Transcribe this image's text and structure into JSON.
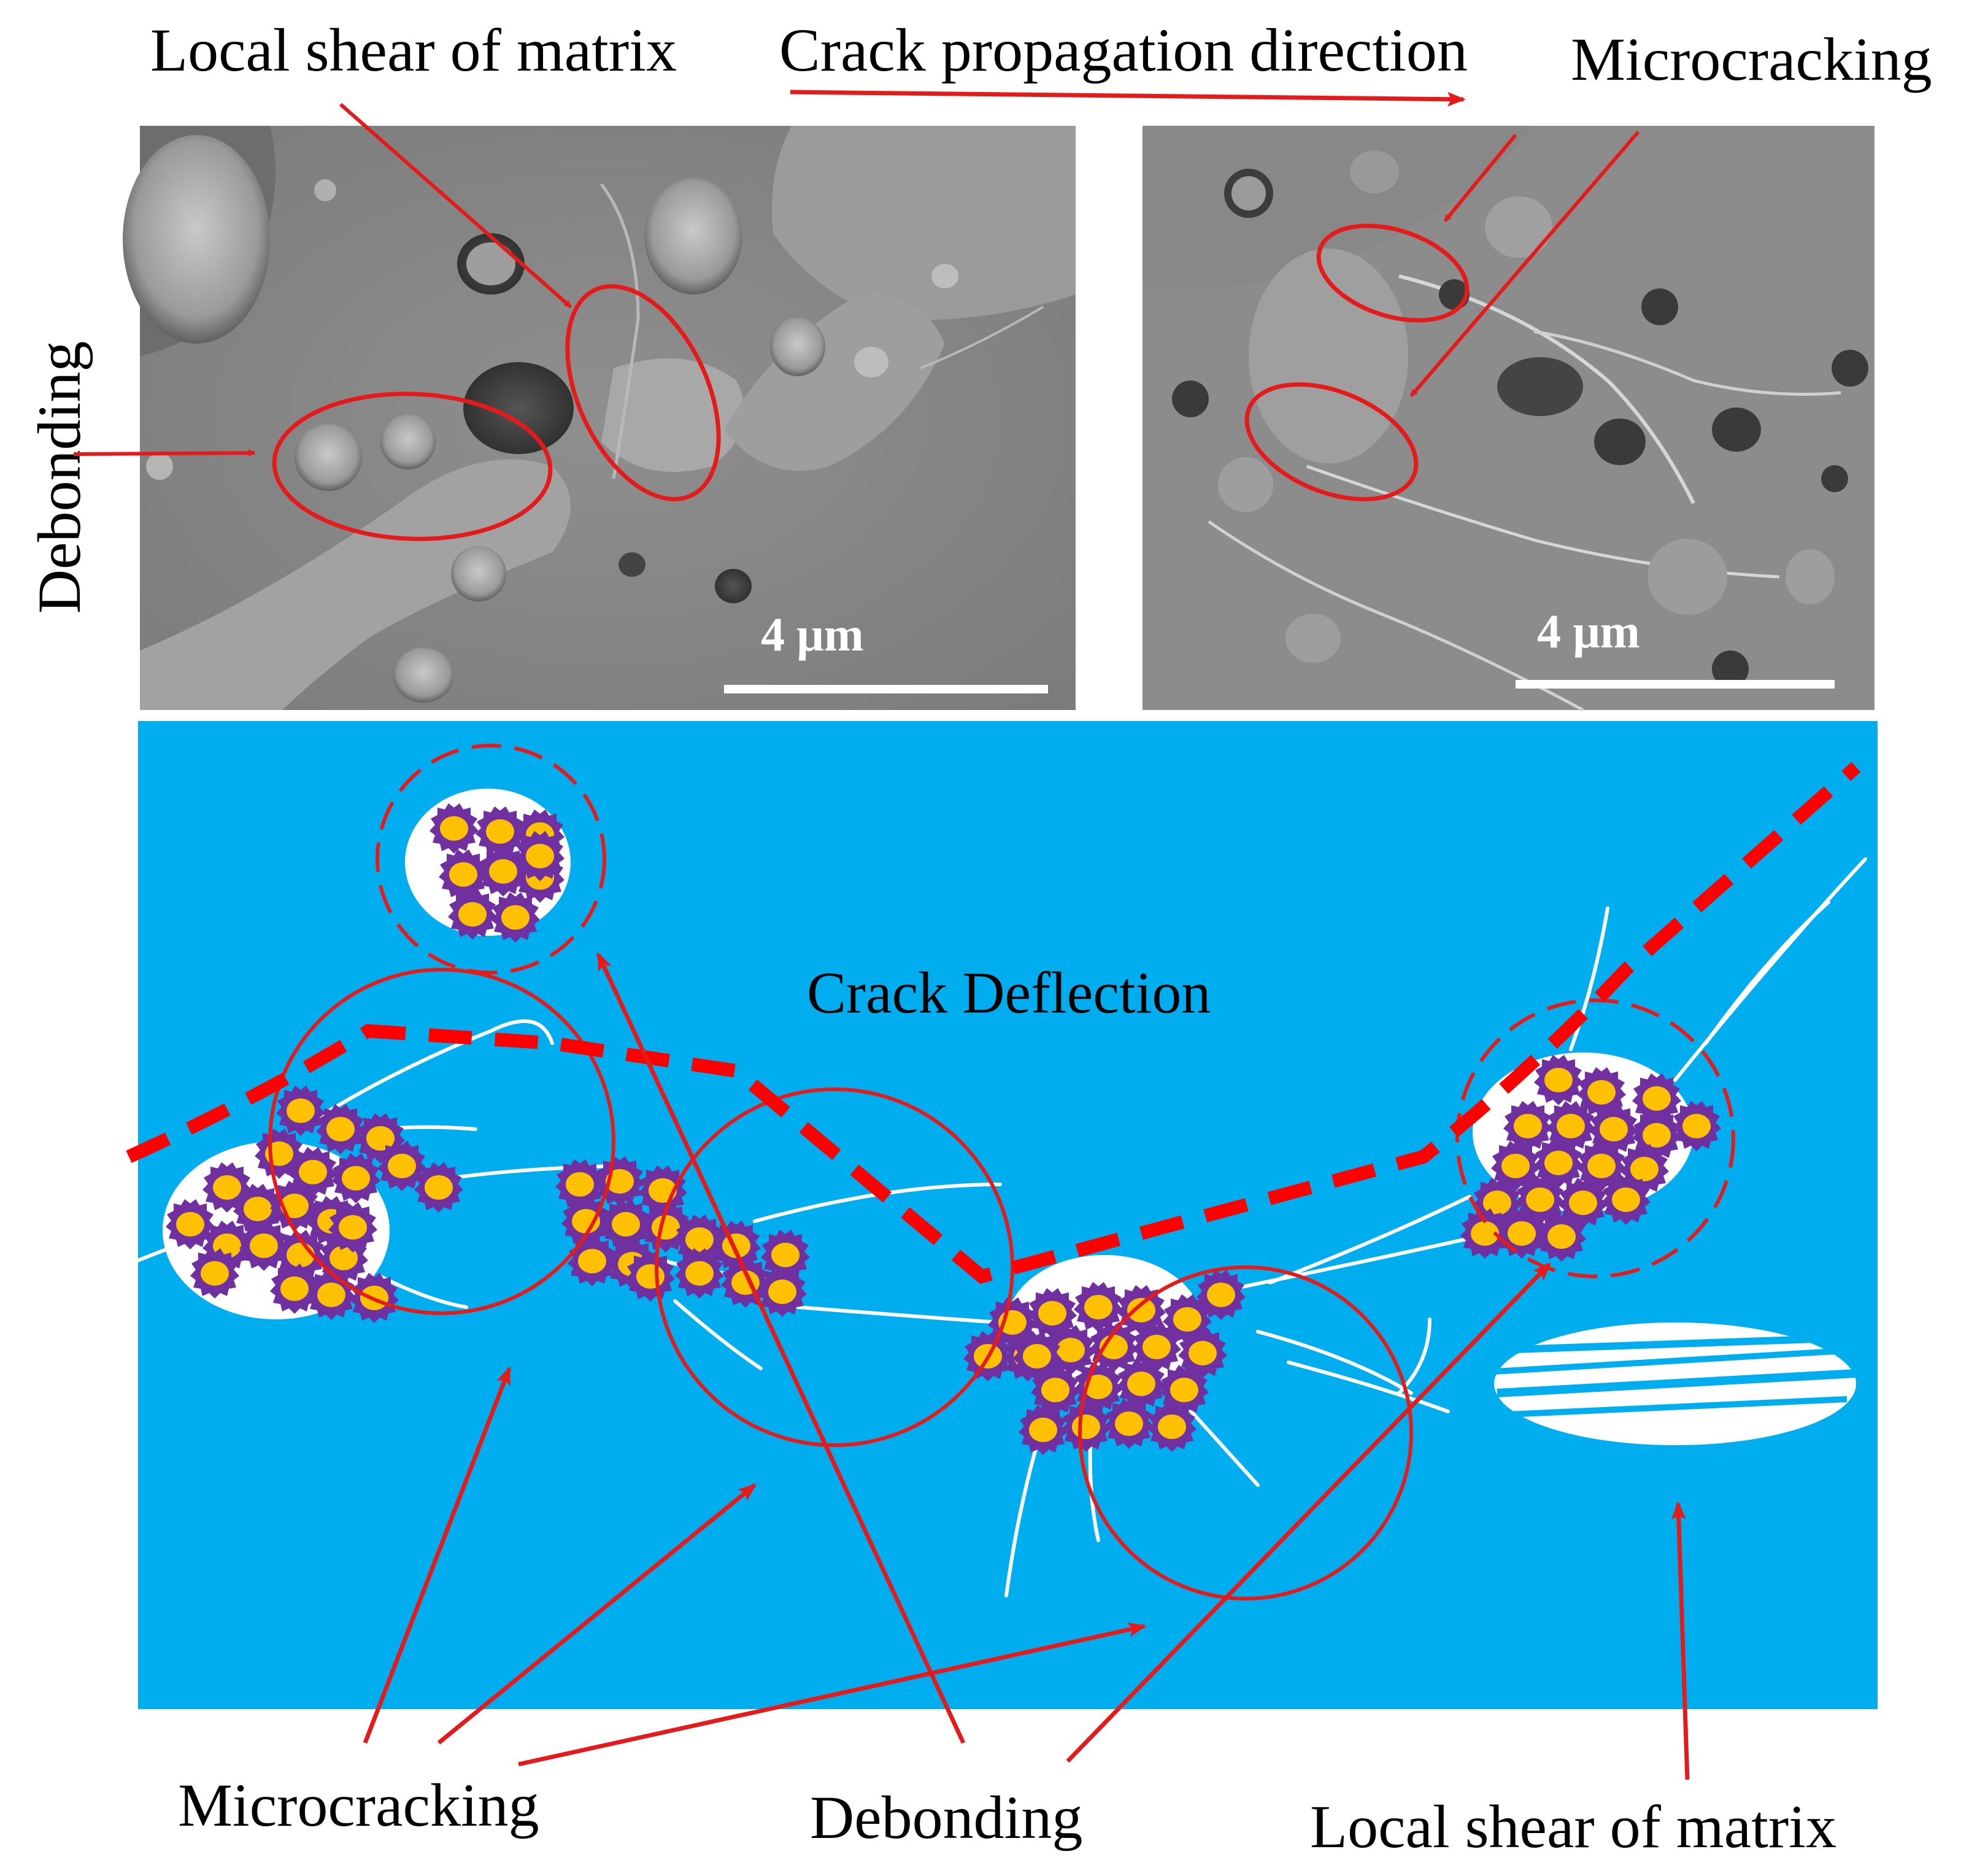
{
  "labels": {
    "local_shear_top": "Local shear of matrix",
    "crack_propagation": "Crack propagation direction",
    "microcracking_top": "Microcracking",
    "debonding_side": "Debonding",
    "scale_left": "4 μm",
    "scale_right": "4 μm",
    "crack_deflection": "Crack Deflection",
    "microcracking_bottom": "Microcracking",
    "debonding_bottom": "Debonding",
    "local_shear_bottom": "Local shear of matrix"
  },
  "colors": {
    "annotation_red": "#e51b1b",
    "crack_red": "#ff0000",
    "matrix_blue": "#00aeef",
    "particle_core": "#ffc000",
    "particle_shell": "#7030a0",
    "sem_gray": "#8a8a8a"
  }
}
